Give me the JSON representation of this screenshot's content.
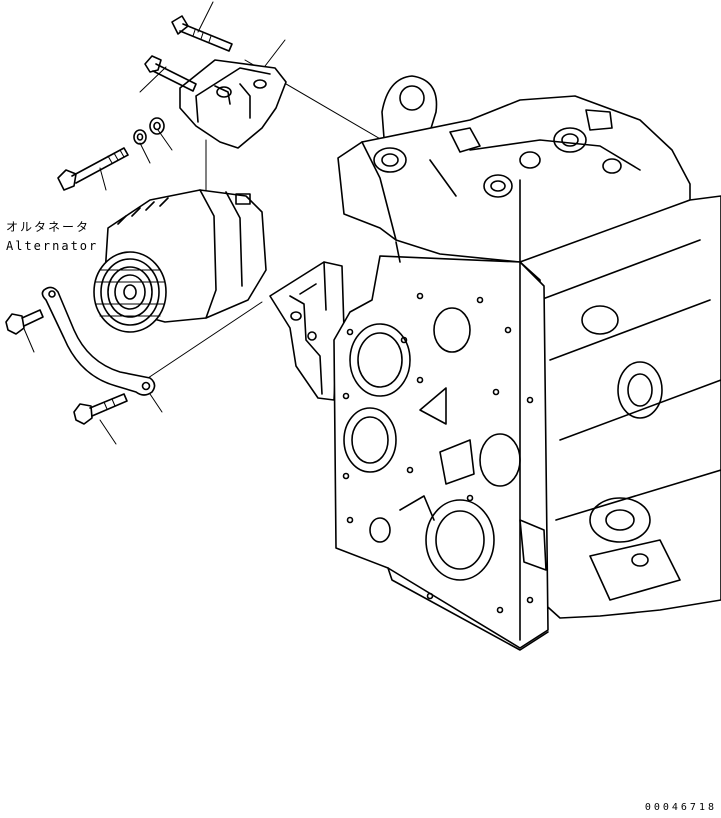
{
  "labels": {
    "alternator_jp": "オルタネータ",
    "alternator_en": "Alternator"
  },
  "drawing_number": "00046718",
  "colors": {
    "line": "#000000",
    "background": "#ffffff"
  },
  "icons": [
    "alternator",
    "engine-block",
    "bracket",
    "bolt",
    "washer",
    "adjusting-strap"
  ]
}
